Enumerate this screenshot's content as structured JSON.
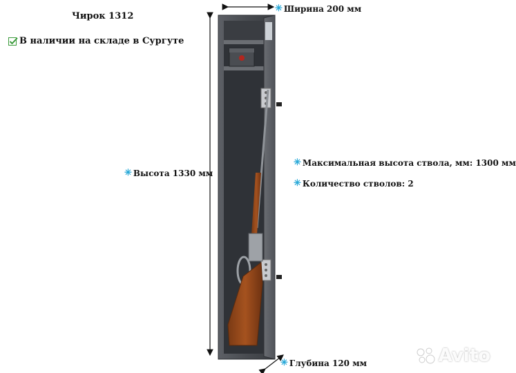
{
  "title": "Чирок 1312",
  "stock_status": "В наличии на складе в Сургуте",
  "specs": {
    "width": "Ширина 200 мм",
    "height": "Высота 1330 мм",
    "max_barrel": "Максимальная высота ствола, мм: 1300 мм",
    "barrel_count": "Количество стволов: 2",
    "depth": "Глубина 120 мм"
  },
  "watermark": "Avito",
  "colors": {
    "accent_star": "#29a9d8",
    "check": "#3a9a3a",
    "safe_body": "#4a4d52"
  }
}
